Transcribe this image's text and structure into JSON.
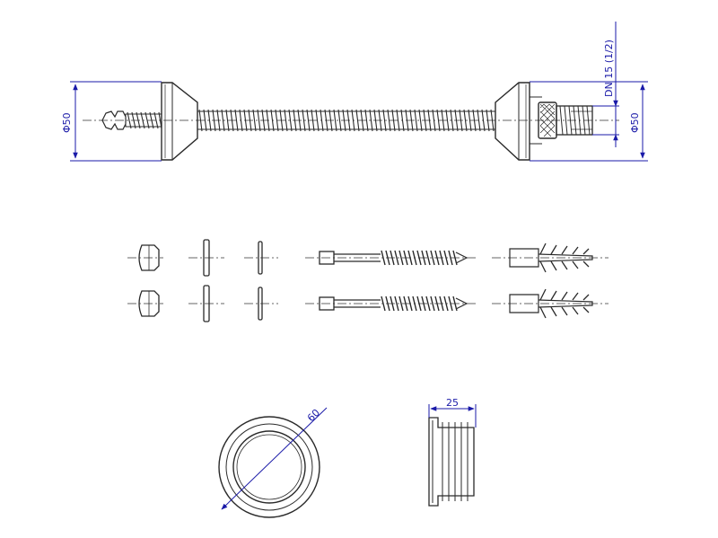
{
  "dimensions": {
    "rosette_left_diameter": "Φ50",
    "rosette_right_diameter": "Φ50",
    "thread_size": "DN 15 (1/2)",
    "seal_diameter": "60",
    "seal_width": "25"
  },
  "colors": {
    "ink": "#2a2a2a",
    "dimension": "#1a1aa8",
    "background": "#ffffff"
  }
}
